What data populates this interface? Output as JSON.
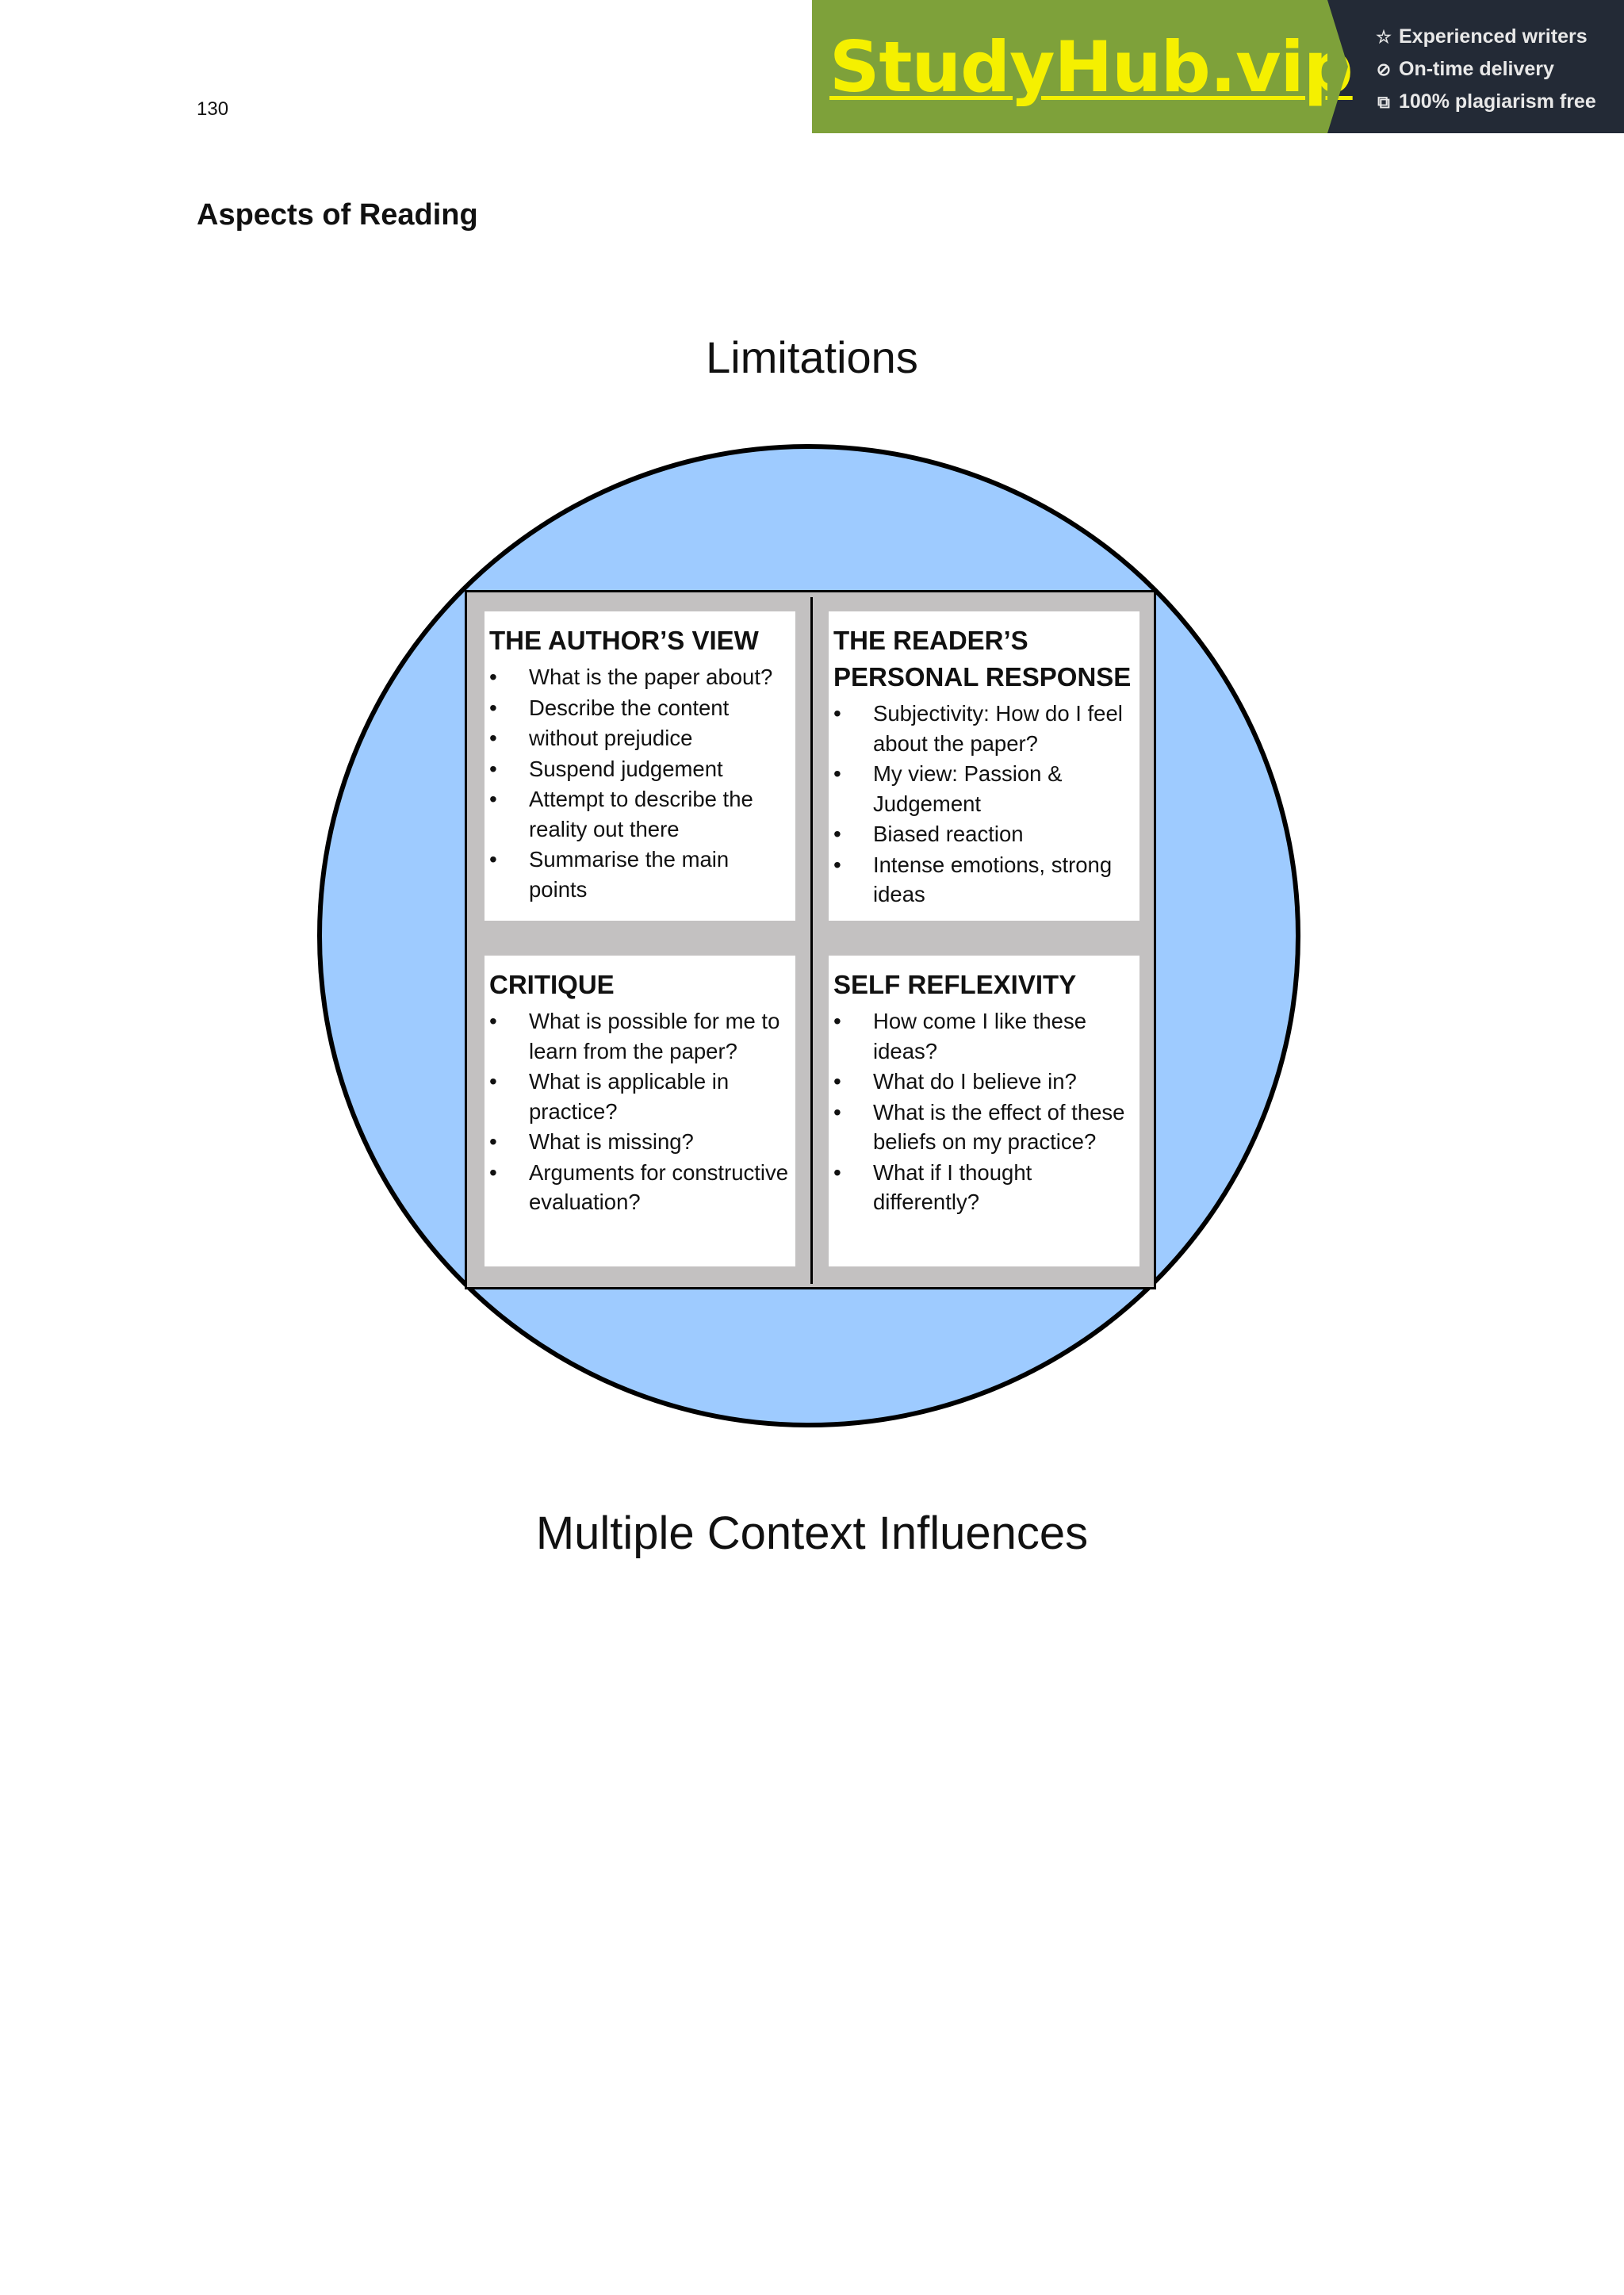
{
  "page": {
    "number": "130",
    "heading": "Aspects of Reading",
    "top_label": "Limitations",
    "bottom_label": "Multiple Context Influences"
  },
  "banner": {
    "brand": "StudyHub.vip",
    "features": [
      {
        "icon": "star-icon",
        "label": "Experienced writers"
      },
      {
        "icon": "clock-icon",
        "label": "On-time delivery"
      },
      {
        "icon": "copy-icon",
        "label": "100% plagiarism free"
      }
    ],
    "colors": {
      "green": "#7ea13a",
      "dark": "#232a36",
      "brand_text": "#f5f000"
    }
  },
  "diagram": {
    "colors": {
      "circle": "#9ecbff",
      "grid": "#c3c1c1"
    },
    "quadrants": [
      {
        "title": "THE AUTHOR’S VIEW",
        "items": [
          "What is the paper about?",
          "Describe the content",
          "without prejudice",
          "Suspend judgement",
          "Attempt to describe the reality out there",
          "Summarise the main points"
        ]
      },
      {
        "title": "THE READER’S PERSONAL RESPONSE",
        "items": [
          "Subjectivity: How do I feel about the paper?",
          "My view: Passion & Judgement",
          "Biased reaction",
          "Intense emotions, strong ideas"
        ]
      },
      {
        "title": "CRITIQUE",
        "items": [
          "What is possible for me to learn from the paper?",
          "What is applicable in practice?",
          "What is missing?",
          "Arguments for constructive evaluation?"
        ]
      },
      {
        "title": "SELF REFLEXIVITY",
        "items": [
          "How come I like these ideas?",
          "What do I believe in?",
          "What is the effect of these beliefs on my practice?",
          "What if I thought differently?"
        ]
      }
    ]
  }
}
